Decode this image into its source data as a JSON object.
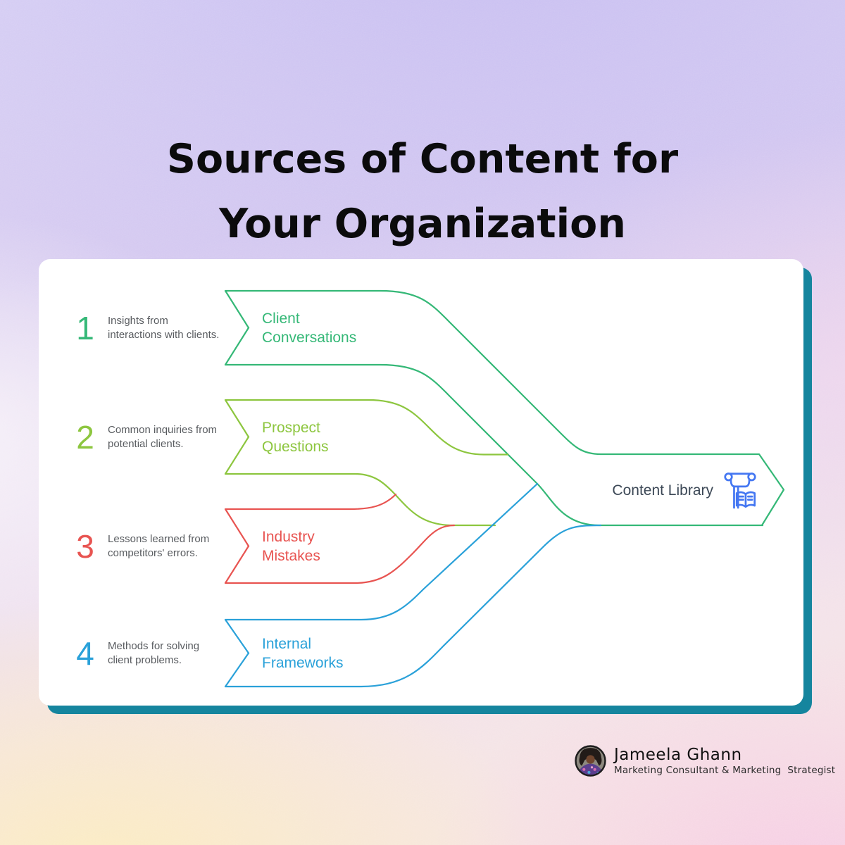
{
  "title": {
    "line1": "Sources of Content for",
    "line2": "Your Organization"
  },
  "rows": [
    {
      "number": "1",
      "description": "Insights from interactions with clients.",
      "label": "Client Conversations",
      "color": "#35b877"
    },
    {
      "number": "2",
      "description": "Common inquiries from potential clients.",
      "label": "Prospect Questions",
      "color": "#8dc63f"
    },
    {
      "number": "3",
      "description": "Lessons learned from competitors' errors.",
      "label": "Industry Mistakes",
      "color": "#e85451"
    },
    {
      "number": "4",
      "description": "Methods for solving client problems.",
      "label": "Internal Frameworks",
      "color": "#2aa1d9"
    }
  ],
  "hub": {
    "label": "Content Library",
    "icon": "library-column-book-icon",
    "icon_color": "#4477f2",
    "text_color": "#3c4856"
  },
  "author": {
    "name": "Jameela Ghann",
    "title": "Marketing Consultant & Marketing  Strategist"
  },
  "colors": {
    "card_background": "#ffffff",
    "card_shadow": "#15859e",
    "title_text": "#0b0b0c",
    "description_text": "#595c60"
  }
}
